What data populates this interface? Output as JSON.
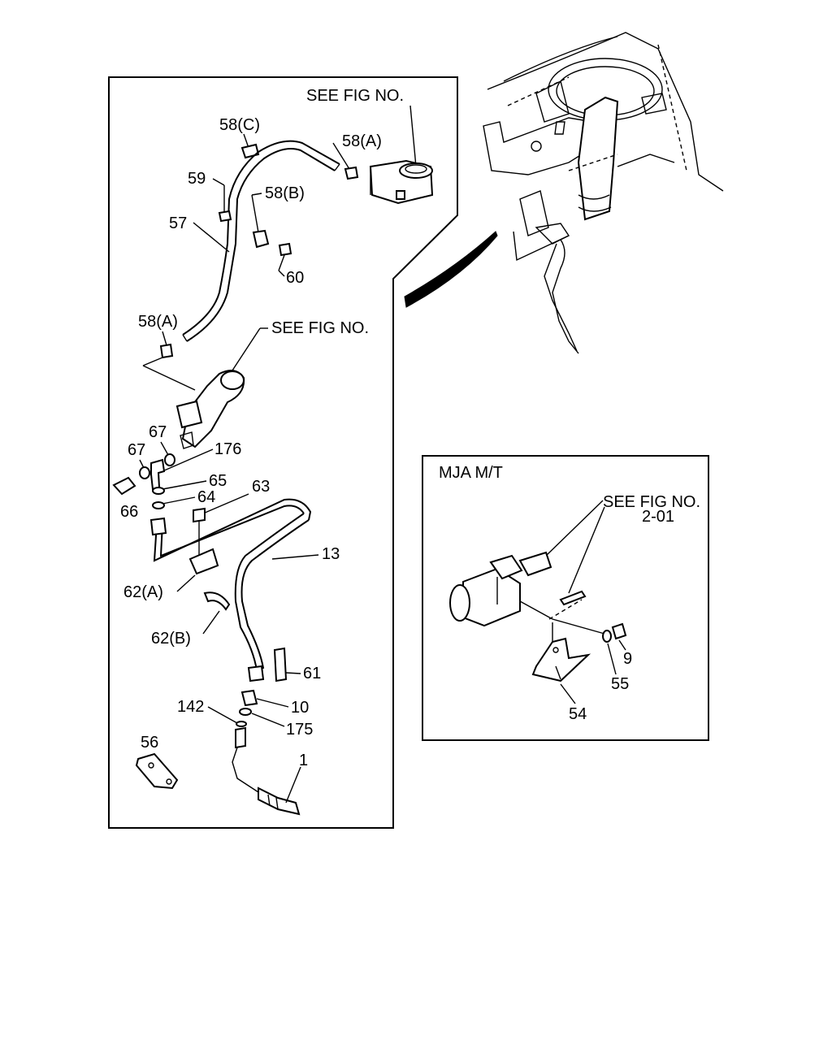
{
  "callouts": {
    "see_fig_top": "SEE FIG NO.",
    "see_fig_mid": "SEE FIG NO.",
    "p58c": "58(C)",
    "p58a_top": "58(A)",
    "p59": "59",
    "p58b": "58(B)",
    "p57": "57",
    "p60": "60",
    "p58a_low": "58(A)",
    "p67a": "67",
    "p67b": "67",
    "p176": "176",
    "p65": "65",
    "p63": "63",
    "p66": "66",
    "p64": "64",
    "p13": "13",
    "p62a": "62(A)",
    "p62b": "62(B)",
    "p61": "61",
    "p10": "10",
    "p142": "142",
    "p175": "175",
    "p56": "56",
    "p1": "1"
  },
  "inset": {
    "title": "MJA  M/T",
    "see_fig": "SEE FIG NO.",
    "fig_ref": "2-01",
    "p9": "9",
    "p55": "55",
    "p54": "54"
  }
}
